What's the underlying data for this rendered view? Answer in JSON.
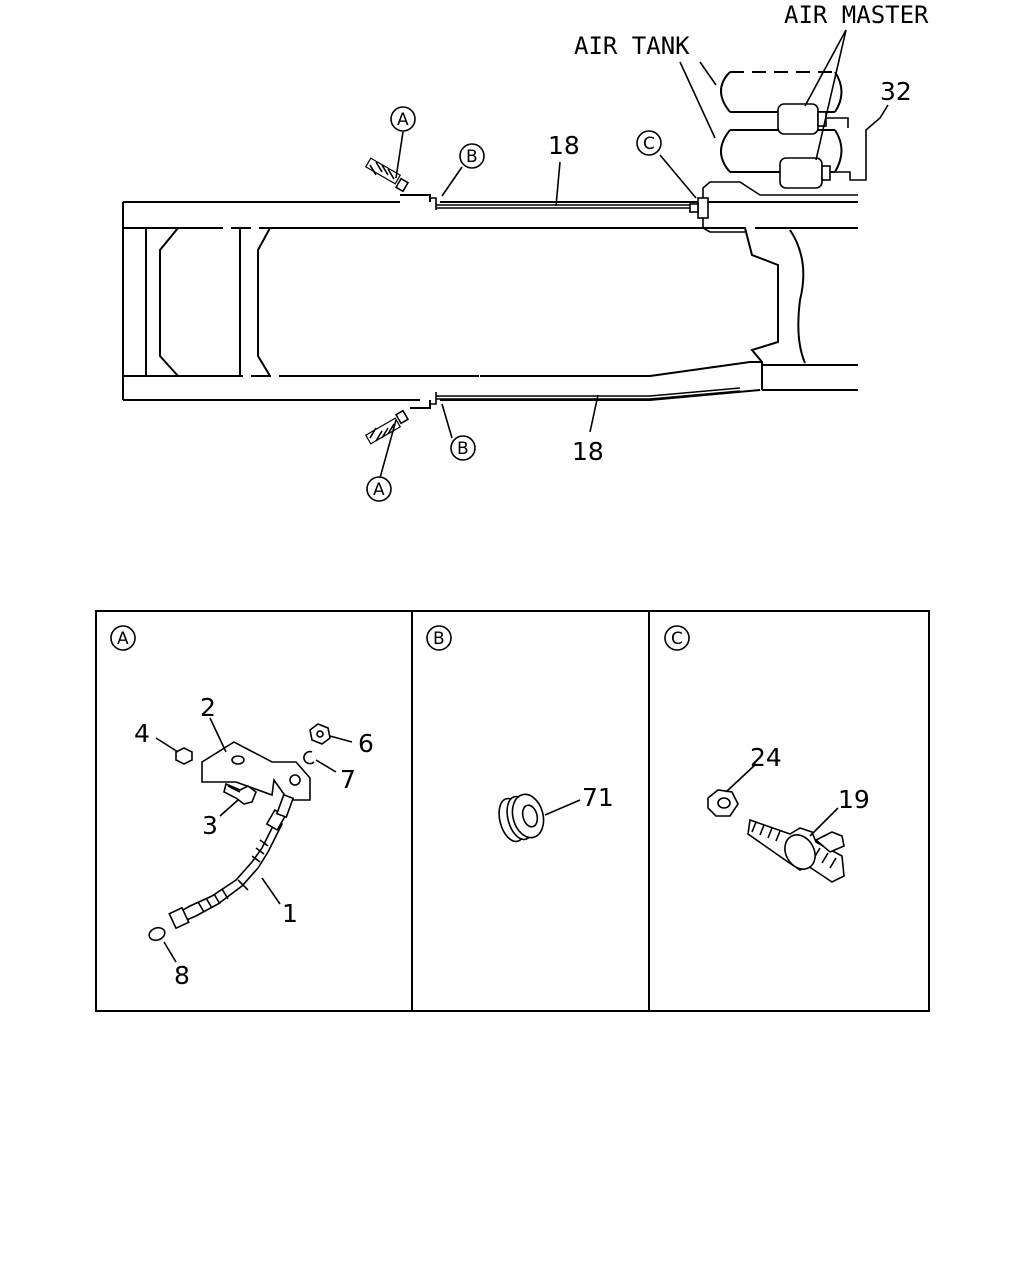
{
  "labels": {
    "air_master": "AIR MASTER",
    "air_tank": "AIR TANK"
  },
  "callouts": {
    "c32": "32",
    "c18_top": "18",
    "c18_bottom": "18",
    "c2": "2",
    "c4": "4",
    "c6": "6",
    "c7": "7",
    "c3": "3",
    "c1": "1",
    "c8": "8",
    "c71": "71",
    "c24": "24",
    "c19": "19"
  },
  "markers": {
    "a": "A",
    "b": "B",
    "c": "C"
  },
  "panels": [
    {
      "marker": "A"
    },
    {
      "marker": "B"
    },
    {
      "marker": "C"
    }
  ]
}
